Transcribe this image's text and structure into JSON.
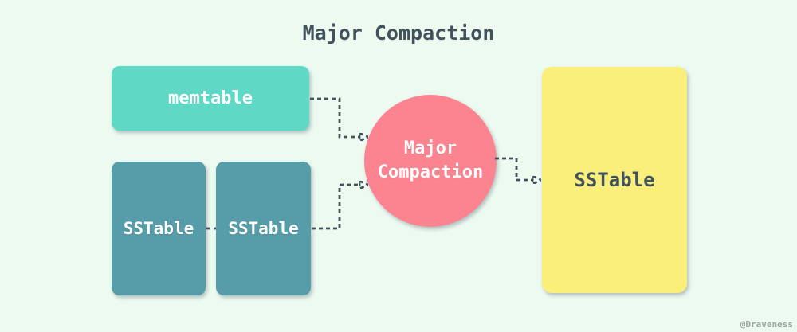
{
  "title": "Major Compaction",
  "nodes": {
    "memtable": {
      "label": "memtable"
    },
    "sstable_input_1": {
      "label": "SSTable"
    },
    "sstable_input_2": {
      "label": "SSTable"
    },
    "compaction": {
      "lines": [
        "Major",
        "Compaction"
      ]
    },
    "sstable_output": {
      "label": "SSTable"
    }
  },
  "watermark": "@Draveness",
  "colors": {
    "bg": "#ECFAF0",
    "memtable-fill": "#5FD9C6",
    "sstable-fill": "#579DA9",
    "compaction-fill": "#FC8490",
    "output-fill": "#FBEF7C",
    "ink": "#42525C",
    "label-light": "#FFFFFF",
    "watermark-color": "#9BA59F"
  }
}
